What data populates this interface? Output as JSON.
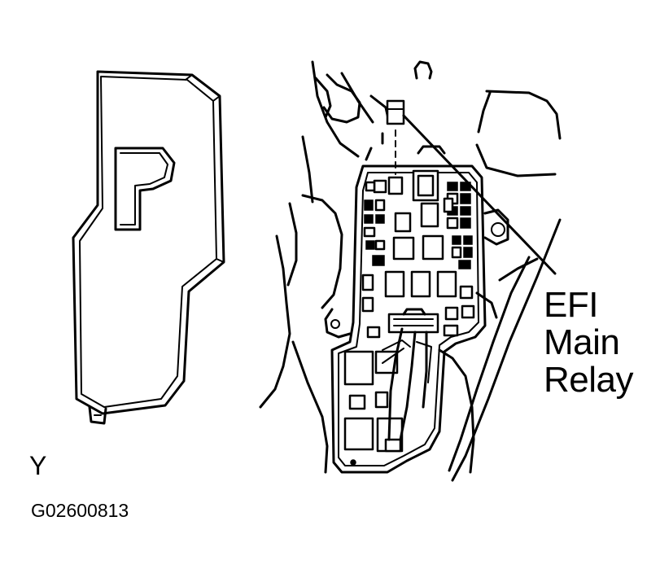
{
  "label": {
    "lines": [
      "EFI",
      "Main",
      "Relay"
    ]
  },
  "view_letter": "Y",
  "figure_id": "G02600813",
  "colors": {
    "ink": "#000000",
    "paper": "#ffffff"
  }
}
